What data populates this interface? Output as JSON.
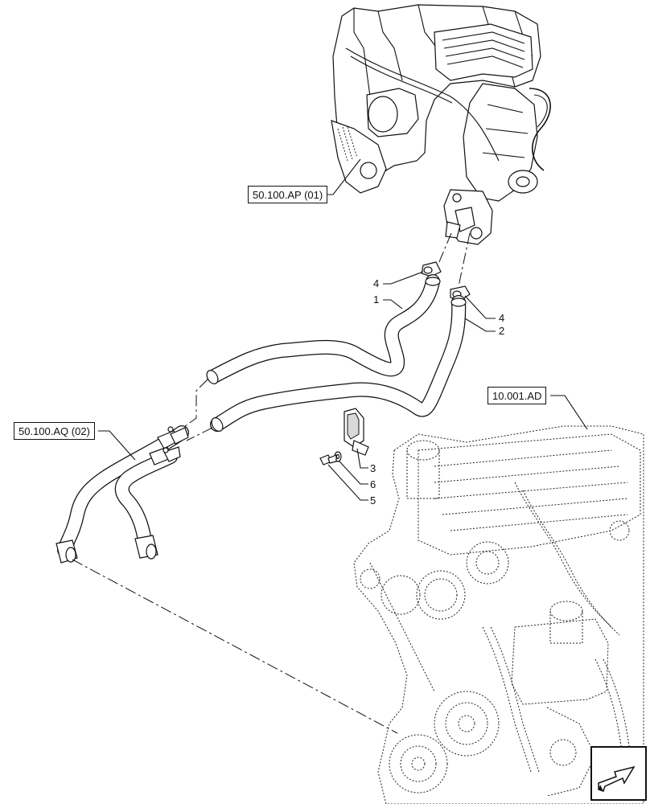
{
  "references": {
    "upper_assembly": "50.100.AP (01)",
    "lower_pipe": "50.100.AQ (02)",
    "engine": "10.001.AD"
  },
  "callouts": {
    "c1": "1",
    "c2": "2",
    "c3": "3",
    "c4a": "4",
    "c4b": "4",
    "c5": "5",
    "c6": "6"
  },
  "icons": {
    "nav": "arrow-icon"
  }
}
